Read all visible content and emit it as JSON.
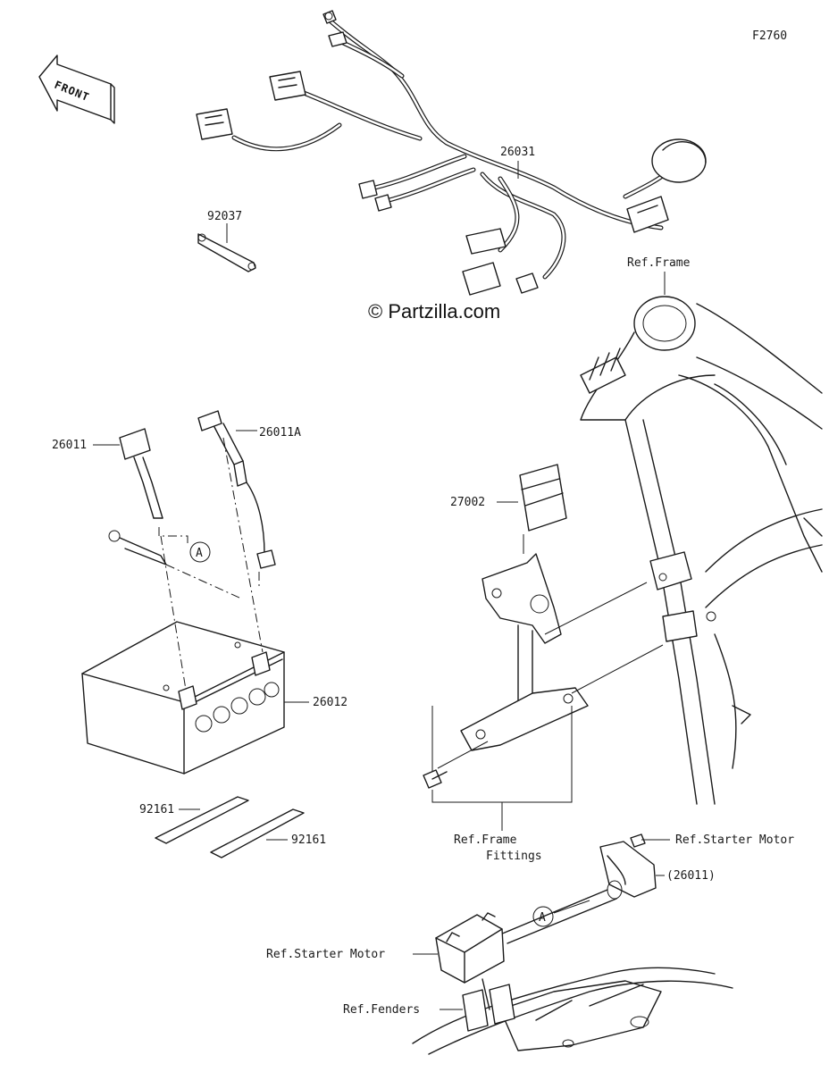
{
  "diagram_id": "F2760",
  "watermark": "© Partzilla.com",
  "front_label": "FRONT",
  "callout_a": "A",
  "labels": {
    "harness": "26031",
    "band_92037": "92037",
    "ref_frame": "Ref.Frame",
    "cable_26011": "26011",
    "cable_26011a": "26011A",
    "relay": "27002",
    "battery": "26012",
    "pad_left": "92161",
    "pad_right": "92161",
    "ref_frame_fittings_1": "Ref.Frame",
    "ref_frame_fittings_2": "Fittings",
    "ref_starter_motor_1": "Ref.Starter Motor",
    "cable_26011_paren": "(26011)",
    "ref_starter_motor_2": "Ref.Starter Motor",
    "ref_fenders": "Ref.Fenders"
  }
}
